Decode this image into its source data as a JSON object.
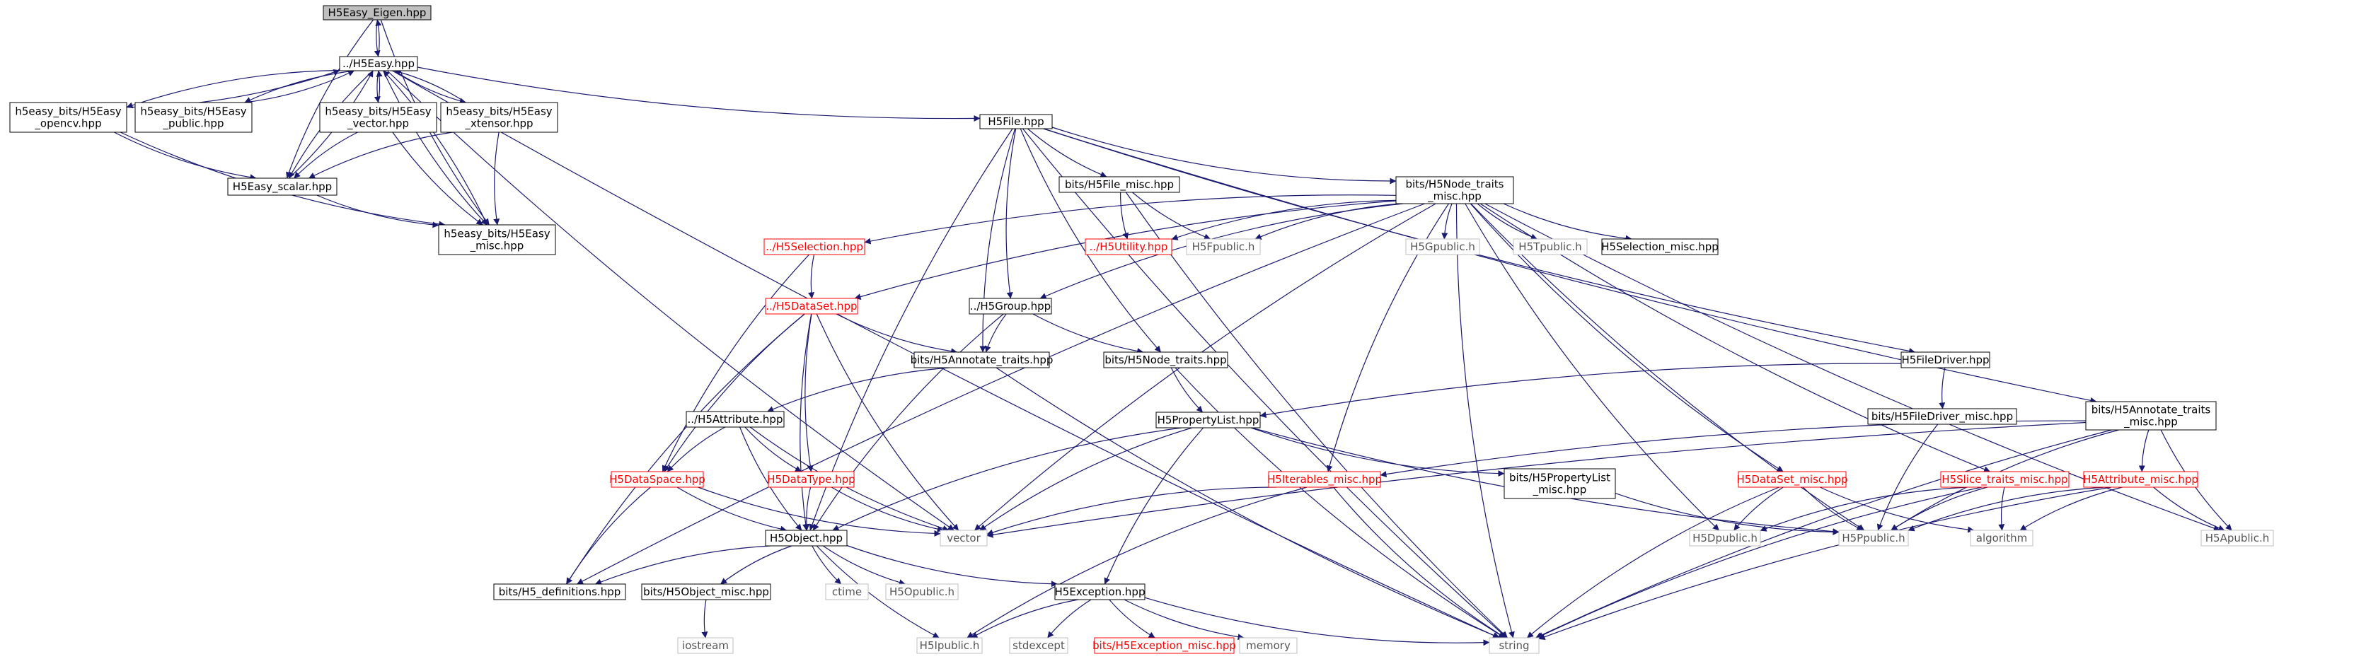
{
  "diagram": {
    "type": "include-dependency-graph",
    "colors": {
      "edge": "#191970",
      "node_border_documented": "#000000",
      "node_border_incomplete": "#ff0000",
      "node_border_external": "#bfbfbf",
      "root_fill": "#bfbfbf"
    },
    "nodes": [
      {
        "id": "eigen",
        "lines": [
          "H5Easy_Eigen.hpp"
        ],
        "style": "root"
      },
      {
        "id": "easy",
        "lines": [
          "../H5Easy.hpp"
        ],
        "style": "black"
      },
      {
        "id": "opencv",
        "lines": [
          "h5easy_bits/H5Easy",
          "_opencv.hpp"
        ],
        "style": "black"
      },
      {
        "id": "public",
        "lines": [
          "h5easy_bits/H5Easy",
          "_public.hpp"
        ],
        "style": "black"
      },
      {
        "id": "vector_hpp",
        "lines": [
          "h5easy_bits/H5Easy",
          "_vector.hpp"
        ],
        "style": "black"
      },
      {
        "id": "xtensor",
        "lines": [
          "h5easy_bits/H5Easy",
          "_xtensor.hpp"
        ],
        "style": "black"
      },
      {
        "id": "scalar",
        "lines": [
          "H5Easy_scalar.hpp"
        ],
        "style": "black"
      },
      {
        "id": "misc",
        "lines": [
          "h5easy_bits/H5Easy",
          "_misc.hpp"
        ],
        "style": "black"
      },
      {
        "id": "h5file",
        "lines": [
          "H5File.hpp"
        ],
        "style": "black"
      },
      {
        "id": "filemisc",
        "lines": [
          "bits/H5File_misc.hpp"
        ],
        "style": "black"
      },
      {
        "id": "nodetraitsmisc",
        "lines": [
          "bits/H5Node_traits",
          "_misc.hpp"
        ],
        "style": "black"
      },
      {
        "id": "selection",
        "lines": [
          "../H5Selection.hpp"
        ],
        "style": "red"
      },
      {
        "id": "utility",
        "lines": [
          "../H5Utility.hpp"
        ],
        "style": "red"
      },
      {
        "id": "fpublic",
        "lines": [
          "H5Fpublic.h"
        ],
        "style": "gray"
      },
      {
        "id": "gpublic",
        "lines": [
          "H5Gpublic.h"
        ],
        "style": "gray"
      },
      {
        "id": "tpublic",
        "lines": [
          "H5Tpublic.h"
        ],
        "style": "gray"
      },
      {
        "id": "selmisc",
        "lines": [
          "H5Selection_misc.hpp"
        ],
        "style": "black"
      },
      {
        "id": "dataset",
        "lines": [
          "../H5DataSet.hpp"
        ],
        "style": "red"
      },
      {
        "id": "group",
        "lines": [
          "../H5Group.hpp"
        ],
        "style": "black"
      },
      {
        "id": "annotraits",
        "lines": [
          "bits/H5Annotate_traits.hpp"
        ],
        "style": "black"
      },
      {
        "id": "nodetraits",
        "lines": [
          "bits/H5Node_traits.hpp"
        ],
        "style": "black"
      },
      {
        "id": "filedriver",
        "lines": [
          "H5FileDriver.hpp"
        ],
        "style": "black"
      },
      {
        "id": "filedrivermisc",
        "lines": [
          "bits/H5FileDriver_misc.hpp"
        ],
        "style": "black"
      },
      {
        "id": "annotraitsmisc",
        "lines": [
          "bits/H5Annotate_traits",
          "_misc.hpp"
        ],
        "style": "black"
      },
      {
        "id": "attribute",
        "lines": [
          "../H5Attribute.hpp"
        ],
        "style": "black"
      },
      {
        "id": "proplist",
        "lines": [
          "H5PropertyList.hpp"
        ],
        "style": "black"
      },
      {
        "id": "proplistmisc",
        "lines": [
          "bits/H5PropertyList",
          "_misc.hpp"
        ],
        "style": "black"
      },
      {
        "id": "dataspace",
        "lines": [
          "H5DataSpace.hpp"
        ],
        "style": "red"
      },
      {
        "id": "datatype",
        "lines": [
          "H5DataType.hpp"
        ],
        "style": "red"
      },
      {
        "id": "iterables",
        "lines": [
          "H5Iterables_misc.hpp"
        ],
        "style": "red"
      },
      {
        "id": "datasetmisc",
        "lines": [
          "H5DataSet_misc.hpp"
        ],
        "style": "red"
      },
      {
        "id": "slicetraits",
        "lines": [
          "H5Slice_traits_misc.hpp"
        ],
        "style": "red"
      },
      {
        "id": "attrmisc",
        "lines": [
          "H5Attribute_misc.hpp"
        ],
        "style": "red"
      },
      {
        "id": "vector",
        "lines": [
          "vector"
        ],
        "style": "gray"
      },
      {
        "id": "object",
        "lines": [
          "H5Object.hpp"
        ],
        "style": "black"
      },
      {
        "id": "dpublic",
        "lines": [
          "H5Dpublic.h"
        ],
        "style": "gray"
      },
      {
        "id": "ppublic",
        "lines": [
          "H5Ppublic.h"
        ],
        "style": "gray"
      },
      {
        "id": "algorithm",
        "lines": [
          "algorithm"
        ],
        "style": "gray"
      },
      {
        "id": "apublic",
        "lines": [
          "H5Apublic.h"
        ],
        "style": "gray"
      },
      {
        "id": "definitions",
        "lines": [
          "bits/H5_definitions.hpp"
        ],
        "style": "black"
      },
      {
        "id": "objectmisc",
        "lines": [
          "bits/H5Object_misc.hpp"
        ],
        "style": "black"
      },
      {
        "id": "ctime",
        "lines": [
          "ctime"
        ],
        "style": "gray"
      },
      {
        "id": "opublic",
        "lines": [
          "H5Opublic.h"
        ],
        "style": "gray"
      },
      {
        "id": "exception",
        "lines": [
          "H5Exception.hpp"
        ],
        "style": "black"
      },
      {
        "id": "iostream",
        "lines": [
          "iostream"
        ],
        "style": "gray"
      },
      {
        "id": "ipublic",
        "lines": [
          "H5Ipublic.h"
        ],
        "style": "gray"
      },
      {
        "id": "stdexcept",
        "lines": [
          "stdexcept"
        ],
        "style": "gray"
      },
      {
        "id": "excmisc",
        "lines": [
          "bits/H5Exception_misc.hpp"
        ],
        "style": "red"
      },
      {
        "id": "memory",
        "lines": [
          "memory"
        ],
        "style": "gray"
      },
      {
        "id": "string",
        "lines": [
          "string"
        ],
        "style": "gray"
      }
    ],
    "edges": [
      [
        "eigen",
        "easy"
      ],
      [
        "eigen",
        "scalar"
      ],
      [
        "eigen",
        "misc"
      ],
      [
        "easy",
        "eigen"
      ],
      [
        "easy",
        "opencv"
      ],
      [
        "easy",
        "public"
      ],
      [
        "easy",
        "vector_hpp"
      ],
      [
        "easy",
        "xtensor"
      ],
      [
        "easy",
        "scalar"
      ],
      [
        "easy",
        "misc"
      ],
      [
        "easy",
        "h5file"
      ],
      [
        "easy",
        "string"
      ],
      [
        "easy",
        "vector"
      ],
      [
        "opencv",
        "easy"
      ],
      [
        "opencv",
        "scalar"
      ],
      [
        "opencv",
        "misc"
      ],
      [
        "public",
        "easy"
      ],
      [
        "vector_hpp",
        "easy"
      ],
      [
        "vector_hpp",
        "scalar"
      ],
      [
        "vector_hpp",
        "misc"
      ],
      [
        "xtensor",
        "easy"
      ],
      [
        "xtensor",
        "scalar"
      ],
      [
        "xtensor",
        "misc"
      ],
      [
        "scalar",
        "easy"
      ],
      [
        "scalar",
        "misc"
      ],
      [
        "misc",
        "easy"
      ],
      [
        "h5file",
        "filemisc"
      ],
      [
        "h5file",
        "nodetraitsmisc"
      ],
      [
        "h5file",
        "filedriver"
      ],
      [
        "h5file",
        "group"
      ],
      [
        "h5file",
        "nodetraits"
      ],
      [
        "h5file",
        "annotraits"
      ],
      [
        "h5file",
        "object"
      ],
      [
        "h5file",
        "string"
      ],
      [
        "h5file",
        "annotraitsmisc"
      ],
      [
        "filemisc",
        "utility"
      ],
      [
        "filemisc",
        "fpublic"
      ],
      [
        "filemisc",
        "string"
      ],
      [
        "nodetraitsmisc",
        "selection"
      ],
      [
        "nodetraitsmisc",
        "utility"
      ],
      [
        "nodetraitsmisc",
        "fpublic"
      ],
      [
        "nodetraitsmisc",
        "gpublic"
      ],
      [
        "nodetraitsmisc",
        "tpublic"
      ],
      [
        "nodetraitsmisc",
        "selmisc"
      ],
      [
        "nodetraitsmisc",
        "dataset"
      ],
      [
        "nodetraitsmisc",
        "group"
      ],
      [
        "nodetraitsmisc",
        "vector"
      ],
      [
        "nodetraitsmisc",
        "iterables"
      ],
      [
        "nodetraitsmisc",
        "datasetmisc"
      ],
      [
        "nodetraitsmisc",
        "slicetraits"
      ],
      [
        "nodetraitsmisc",
        "dpublic"
      ],
      [
        "nodetraitsmisc",
        "ppublic"
      ],
      [
        "nodetraitsmisc",
        "apublic"
      ],
      [
        "nodetraitsmisc",
        "string"
      ],
      [
        "nodetraitsmisc",
        "definitions"
      ],
      [
        "selection",
        "dataset"
      ],
      [
        "selection",
        "dataspace"
      ],
      [
        "dataset",
        "annotraits"
      ],
      [
        "dataset",
        "dataspace"
      ],
      [
        "dataset",
        "datatype"
      ],
      [
        "dataset",
        "object"
      ],
      [
        "dataset",
        "vector"
      ],
      [
        "dataset",
        "definitions"
      ],
      [
        "group",
        "annotraits"
      ],
      [
        "group",
        "nodetraits"
      ],
      [
        "group",
        "object"
      ],
      [
        "annotraits",
        "attribute"
      ],
      [
        "annotraits",
        "string"
      ],
      [
        "nodetraits",
        "proplist"
      ],
      [
        "nodetraits",
        "string"
      ],
      [
        "filedriver",
        "filedrivermisc"
      ],
      [
        "filedriver",
        "proplist"
      ],
      [
        "filedrivermisc",
        "ppublic"
      ],
      [
        "annotraitsmisc",
        "iterables"
      ],
      [
        "annotraitsmisc",
        "attrmisc"
      ],
      [
        "annotraitsmisc",
        "apublic"
      ],
      [
        "annotraitsmisc",
        "ppublic"
      ],
      [
        "annotraitsmisc",
        "string"
      ],
      [
        "annotraitsmisc",
        "vector"
      ],
      [
        "attribute",
        "dataspace"
      ],
      [
        "attribute",
        "datatype"
      ],
      [
        "attribute",
        "object"
      ],
      [
        "attribute",
        "vector"
      ],
      [
        "proplist",
        "proplistmisc"
      ],
      [
        "proplist",
        "exception"
      ],
      [
        "proplist",
        "object"
      ],
      [
        "proplist",
        "vector"
      ],
      [
        "proplist",
        "ppublic"
      ],
      [
        "proplistmisc",
        "ppublic"
      ],
      [
        "dataspace",
        "object"
      ],
      [
        "dataspace",
        "vector"
      ],
      [
        "dataspace",
        "definitions"
      ],
      [
        "datatype",
        "object"
      ],
      [
        "datatype",
        "vector"
      ],
      [
        "iterables",
        "vector"
      ],
      [
        "iterables",
        "string"
      ],
      [
        "iterables",
        "ipublic"
      ],
      [
        "datasetmisc",
        "dpublic"
      ],
      [
        "datasetmisc",
        "ppublic"
      ],
      [
        "datasetmisc",
        "algorithm"
      ],
      [
        "datasetmisc",
        "string"
      ],
      [
        "slicetraits",
        "dpublic"
      ],
      [
        "slicetraits",
        "ppublic"
      ],
      [
        "slicetraits",
        "algorithm"
      ],
      [
        "slicetraits",
        "string"
      ],
      [
        "attrmisc",
        "algorithm"
      ],
      [
        "attrmisc",
        "apublic"
      ],
      [
        "attrmisc",
        "ppublic"
      ],
      [
        "attrmisc",
        "string"
      ],
      [
        "object",
        "definitions"
      ],
      [
        "object",
        "objectmisc"
      ],
      [
        "object",
        "ctime"
      ],
      [
        "object",
        "opublic"
      ],
      [
        "object",
        "exception"
      ],
      [
        "object",
        "ipublic"
      ],
      [
        "objectmisc",
        "iostream"
      ],
      [
        "exception",
        "ipublic"
      ],
      [
        "exception",
        "stdexcept"
      ],
      [
        "exception",
        "excmisc"
      ],
      [
        "exception",
        "memory"
      ],
      [
        "exception",
        "string"
      ]
    ]
  }
}
